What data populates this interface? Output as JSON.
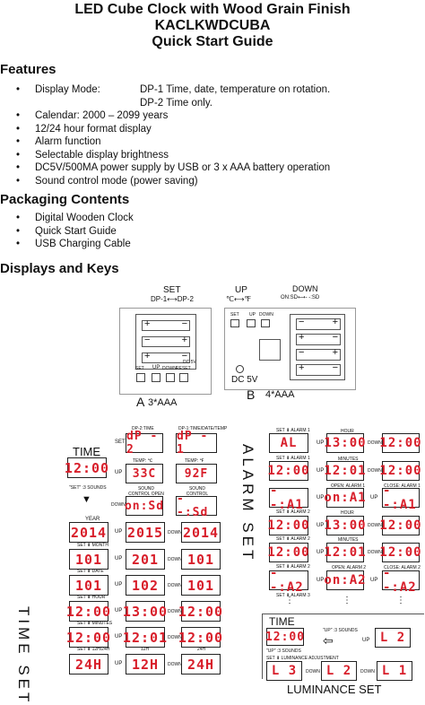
{
  "header": {
    "line1": "LED Cube Clock with Wood Grain Finish",
    "line2": "KACLKWDCUBA",
    "line3": "Quick Start Guide"
  },
  "features": {
    "heading": "Features",
    "display_label": "Display Mode:",
    "display_dp1": "DP-1 Time, date, temperature on rotation.",
    "display_dp2": "DP-2 Time only.",
    "items": [
      "Calendar: 2000 – 2099 years",
      "12/24 hour format display",
      "Alarm function",
      "Selectable display brightness",
      "DC5V/500MA power supply by USB or 3 x AAA battery operation",
      "Sound control mode (power saving)"
    ]
  },
  "packaging": {
    "heading": "Packaging Contents",
    "items": [
      "Digital Wooden Clock",
      "Quick Start Guide",
      "USB Charging Cable"
    ]
  },
  "displays": {
    "heading": "Displays and Keys",
    "set_label": "SET",
    "dp_toggle": "DP-1⟷DP-2",
    "up_label": "UP",
    "up_sub": "℃⟷℉",
    "down_label": "DOWN",
    "down_sub": "ON:SD⟷- -:SD",
    "plus": "+",
    "minus": "−",
    "btn_set": "SET",
    "btn_up": "UP",
    "btn_down": "DOWN",
    "btn_reset": "RESET",
    "dc5v_small": "DC 5V",
    "dc5v": "DC 5V",
    "caption_a_letter": "A",
    "caption_a": "3*AAA",
    "caption_b_letter": "B",
    "caption_b": "4*AAA"
  },
  "flow": {
    "time_label": "TIME",
    "time_value": "12:00",
    "set_3sounds": "\"SET\" :3 SOUNDS",
    "time_set_vertical": "TIME SET",
    "alarm_set_vertical": "ALARM SET",
    "dp2_time": "DP-2:TIME",
    "dp1_all": "DP-1:TIME/DATE/TEMP",
    "dp2_value": "dP - 2",
    "dp1_value": "dP - 1",
    "temp_c_label": "TEMP: ℃",
    "temp_f_label": "TEMP: ℉",
    "temp_c": "33C",
    "temp_f": "92F",
    "sc_open_label": "SOUND CONTROL OPEN",
    "sc_close_label": "SOUND CONTROL CLOSE",
    "sc_open": "on:Sd",
    "sc_close": "- -:Sd",
    "up": "UP",
    "down": "DOWN",
    "set": "SET",
    "year_label": "YEAR",
    "month_label": "MONTH",
    "date_label": "DATE",
    "hour_label": "HOUR",
    "minutes_label": "MINUTES",
    "h12_24_label": "12H/24H",
    "h12": "12H",
    "h24": "24H",
    "col_left": [
      "2014",
      "101",
      "101",
      "12:00",
      "12:00",
      "24H"
    ],
    "col_mid": [
      "2015",
      "201",
      "102",
      "13:00",
      "12:01",
      "12H"
    ],
    "col_right": [
      "2014",
      "101",
      "101",
      "12:00",
      "12:00",
      "24H"
    ],
    "alarm_labels": [
      "ALARM 1",
      "ALARM 1",
      "ALARM 2",
      "ALARM 2",
      "ALARM 2",
      "ALARM 3"
    ],
    "alarm_hour": "HOUR",
    "alarm_minutes": "MINUTES",
    "open_alarm1": "OPEN: ALARM 1",
    "close_alarm1": "CLOSE: ALARM 1",
    "open_alarm2": "OPEN: ALARM 2",
    "close_alarm2": "CLOSE: ALARM 2",
    "alarm_left": [
      "AL",
      "12:00",
      "- -:A1",
      "12:00",
      "12:00",
      "- -:A2"
    ],
    "alarm_mid": [
      "13:00",
      "12:01",
      "on:A1",
      "13:00",
      "12:01",
      "on:A2"
    ],
    "alarm_right": [
      "12:00",
      "12:00",
      "- -:A1",
      "12:00",
      "12:00",
      "- -:A2"
    ],
    "lum_time_label": "TIME",
    "lum_time": "12:00",
    "up_3sounds": "\"UP\" :3 SOUNDS",
    "up_3sounds2": "\"UP\" :3 SOUNDS",
    "l2": "L 2",
    "l3": "L 3",
    "l2b": "L 2",
    "l1": "L 1",
    "lum_adjust": "LUMINANCE ADJUSTMENT",
    "luminance_set": "LUMINANCE SET"
  },
  "colors": {
    "lcd_red": "#d81e2a",
    "text": "#111111"
  }
}
